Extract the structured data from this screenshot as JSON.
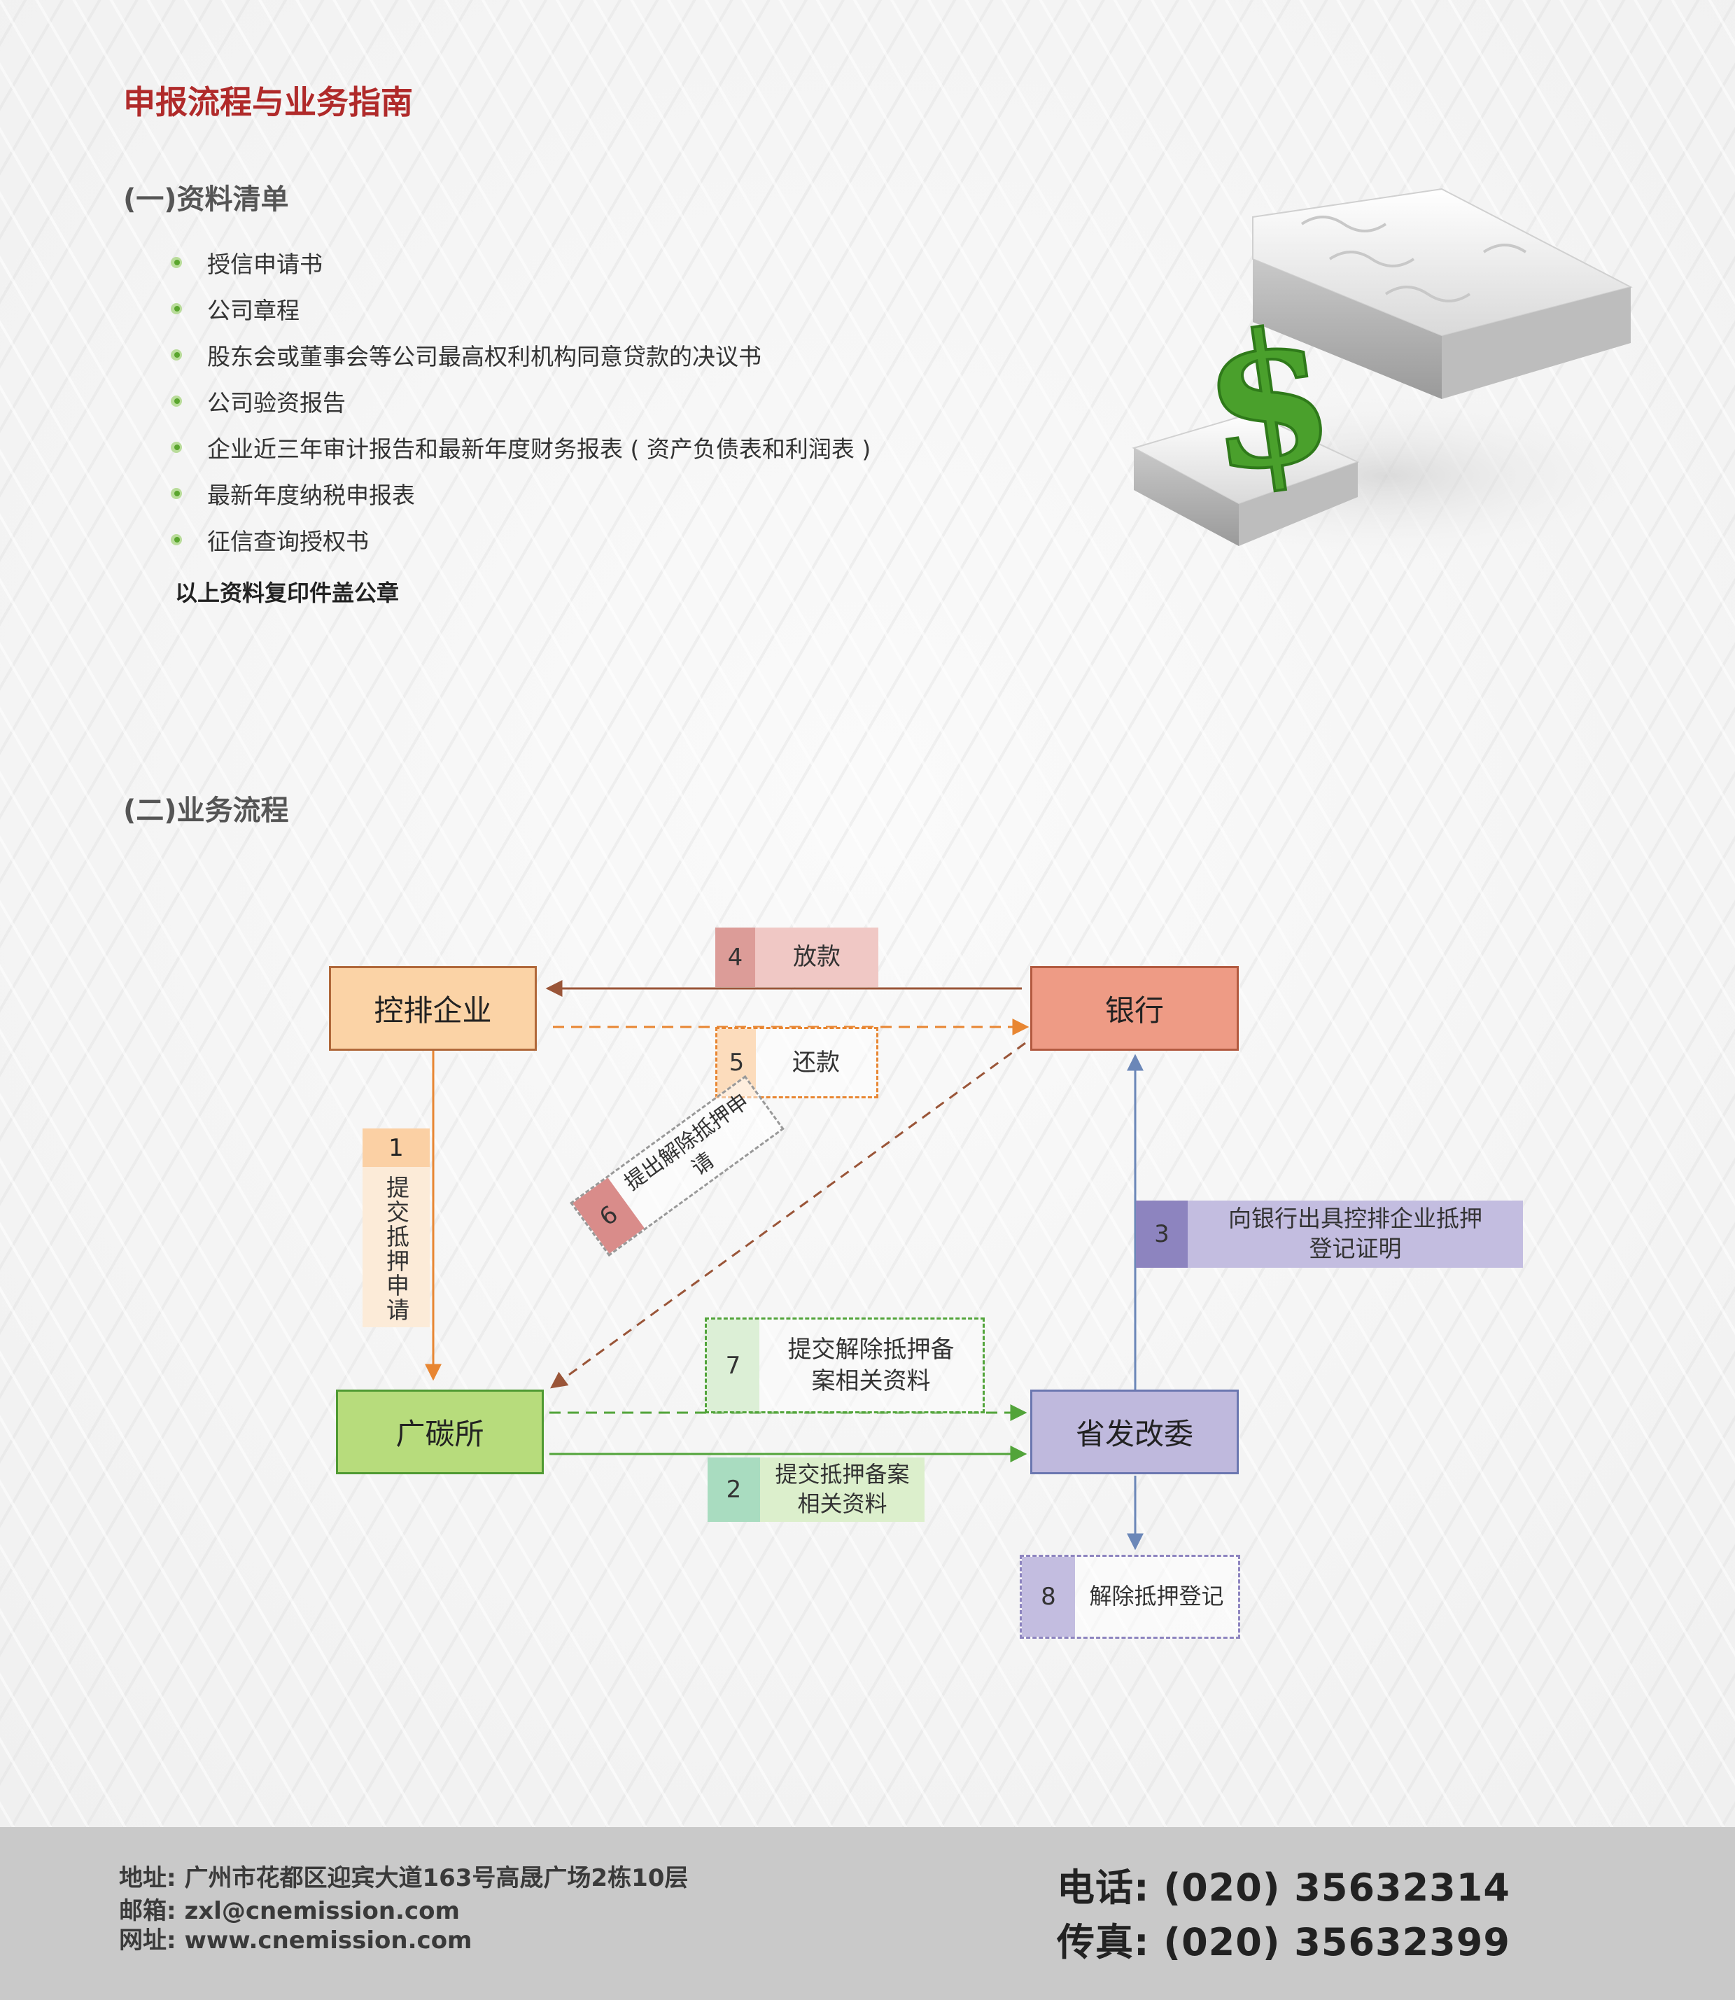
{
  "header": {
    "title": "申报流程与业务指南"
  },
  "section1": {
    "heading": "(一)资料清单",
    "items": [
      "授信申请书",
      "公司章程",
      "股东会或董事会等公司最高权利机构同意贷款的决议书",
      "公司验资报告",
      "企业近三年审计报告和最新年度财务报表 ( 资产负债表和利润表 )",
      "最新年度纳税申报表",
      "征信查询授权书"
    ],
    "note": "以上资料复印件盖公章"
  },
  "section2": {
    "heading": "(二)业务流程"
  },
  "flow": {
    "nodes": {
      "enterprise": "控排企业",
      "bank": "银行",
      "exchange": "广碳所",
      "ndrc": "省发改委"
    },
    "steps": [
      {
        "num": "1",
        "label": "提交抵押申请"
      },
      {
        "num": "2",
        "label": "提交抵押备案相关资料"
      },
      {
        "num": "3",
        "label": "向银行出具控排企业抵押登记证明"
      },
      {
        "num": "4",
        "label": "放款"
      },
      {
        "num": "5",
        "label": "还款"
      },
      {
        "num": "6",
        "label": "提出解除抵押申请"
      },
      {
        "num": "7",
        "label": "提交解除抵押备案相关资料"
      },
      {
        "num": "8",
        "label": "解除抵押登记"
      }
    ],
    "colors": {
      "enterprise_fill": "#fbd3a6",
      "bank_fill": "#ee9b85",
      "exchange_fill": "#b7dc7c",
      "ndrc_fill": "#bfb9dd",
      "orange": "#e88632",
      "brown": "#9a5538",
      "green": "#52a43a",
      "blue": "#6b87b8"
    }
  },
  "footer": {
    "address_label": "地址:",
    "address": "广州市花都区迎宾大道163号高晟广场2栋10层",
    "email_label": "邮箱:",
    "email": "zxl@cnemission.com",
    "web_label": "网址:",
    "web": "www.cnemission.com",
    "phone_label": "电话:",
    "phone": "(020) 35632314",
    "fax_label": "传真:",
    "fax": "(020) 35632399"
  }
}
